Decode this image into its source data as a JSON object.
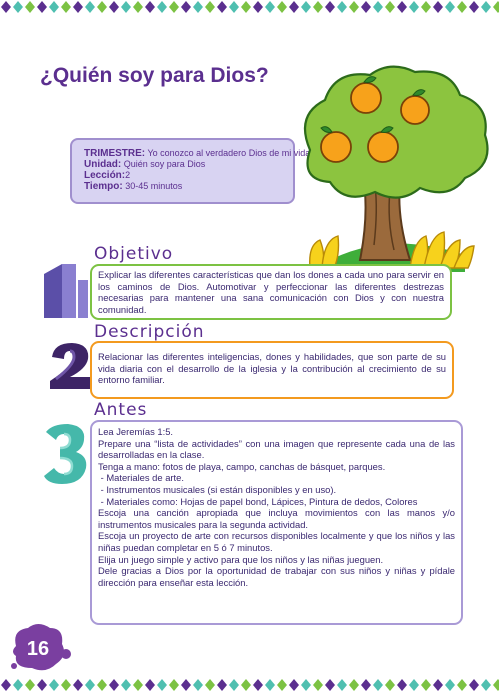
{
  "title": "¿Quién soy para Dios?",
  "info": {
    "trimestre_label": "TRIMESTRE:",
    "trimestre_value": "Yo conozco al verdadero Dios de mi vida",
    "unidad_label": "Unidad:",
    "unidad_value": "Quién soy para Dios",
    "leccion_label": "Lección:",
    "leccion_value": "2",
    "tiempo_label": "Tiempo:",
    "tiempo_value": "30-45 minutos"
  },
  "sections": [
    {
      "number": "1",
      "title": "Objetivo",
      "text": "Explicar las diferentes características que dan los dones a cada uno para servir en los caminos de Dios. Automotivar y perfeccionar las diferentes destrezas necesarias para mantener una sana comunicación con Dios y con nuestra comunidad."
    },
    {
      "number": "2",
      "title": "Descripción",
      "text": "Relacionar las diferentes inteligencias, dones y habilidades, que son parte de su vida diaria con el desarrollo de la iglesia y la contribución al crecimiento de su entorno familiar."
    },
    {
      "number": "3",
      "title": "Antes",
      "lines": [
        "Lea Jeremías 1:5.",
        "Prepare una “lista de actividades” con una imagen que represente cada una de las desarrolladas en la clase.",
        "Tenga a mano: fotos de playa, campo, canchas de básquet, parques.",
        " - Materiales de arte.",
        " - Instrumentos musicales (si están disponibles y en uso).",
        " - Materiales como: Hojas de papel bond, Lápices, Pintura de dedos, Colores",
        "Escoja una canción apropiada que incluya movimientos con las manos y/o instrumentos musicales para la segunda actividad.",
        "Escoja un proyecto de arte con recursos disponibles localmente y que los niños y las niñas puedan completar en 5 ó 7 minutos.",
        "Elija un juego simple y activo para que los niños y las niñas jueguen.",
        "Dele gracias a Dios por la oportunidad de trabajar con sus niños y niñas y pídale dirección para enseñar esta lección."
      ]
    }
  ],
  "page_number": "16",
  "colors": {
    "purple": "#5b2f8f",
    "green": "#7cc243",
    "orange": "#f39a1f",
    "lavender": "#a99ad6",
    "teal": "#4fbfb0"
  }
}
